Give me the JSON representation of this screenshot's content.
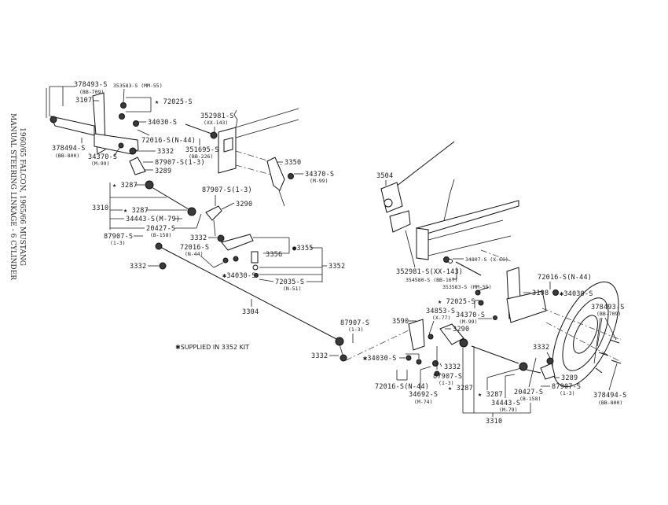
{
  "title": {
    "line1": "MANUAL STEERING LINKAGE - 6 CYLINDER",
    "line2": "1960/65 FALCON, 1965/66 MUSTANG"
  },
  "note": "✱SUPPLIED IN 3352 KIT",
  "left_assembly": {
    "p378493": "378493-S",
    "p378493_sub": "(BB-709)",
    "p353583": "353583-S (MM-55)",
    "p3107": "3107",
    "p72025": "★ 72025-S",
    "p34030": "34030-S",
    "p72016": "72016-S(N-44)",
    "p378494": "378494-S",
    "p378494_sub": "(BB-800)",
    "p34370": "34370-S",
    "p34370_sub": "(M-99)",
    "p3332": "3332",
    "p87907": "87907-S(1-3)",
    "p3289": "3289"
  },
  "frame_bracket": {
    "p352981": "352981-S",
    "p352981_sub": "(XX-143)",
    "p351695": "351695-S",
    "p351695_sub": "(BB-226)",
    "p3350": "3350",
    "p34370": "34370-S",
    "p34370_sub": "(M-99)"
  },
  "tie_rod_left": {
    "p3287a": "★ 3287",
    "p3310": "3310",
    "p3287b": "★ 3287",
    "p34443": "34443-S(M-79)",
    "p20427": "20427-S",
    "p20427_sub": "(B-158)",
    "p87907a": "87907-S(1-3)",
    "p3290": "3290",
    "p87907b": "87907-S",
    "p87907b_sub": "(1-3)",
    "p3332a": "3332",
    "p72016": "72016-S",
    "p72016_sub": "(N-44)",
    "p3332b": "3332",
    "p34030": "✱34030-S"
  },
  "idler_kit": {
    "p3355": "●3355",
    "p3356": "3356",
    "p3352": "3352",
    "p72035": "72035-S",
    "p72035_sub": "(N-51)"
  },
  "center_link": {
    "p3304": "3304",
    "p87907": "87907-S",
    "p87907_sub": "(1-3)",
    "p3332": "3332"
  },
  "steering_gear": {
    "p3504": "3504",
    "p34807": "34807-S (X-66)",
    "p352981": "352981-S(XX-143)",
    "p354580": "354580-S (BB-167)",
    "p353583": "353583-S (MM-55)",
    "p72025": "★ 72025-S",
    "p34853": "34853-S",
    "p34853_sub": "(X-77)",
    "p34370": "34370-S",
    "p34370_sub": "(M-99)",
    "p3590": "3590",
    "p3290": "3290",
    "p3108": "3108"
  },
  "right_assembly": {
    "p72016": "72016-S(N-44)",
    "p34030": "✱34030-S",
    "p378493": "378493-S",
    "p378493_sub": "(BB-709)",
    "p3332": "3332",
    "p3289": "3289",
    "p87907": "87907-S",
    "p87907_sub": "(1-3)",
    "p378494": "378494-S",
    "p378494_sub": "(BB-800)"
  },
  "tie_rod_right": {
    "p34030": "✱34030-S",
    "p72016": "72016-S(N-44)",
    "p3332": "3332",
    "p87907": "87907-S",
    "p87907_sub": "(1-3)",
    "p34692": "34692-S",
    "p34692_sub": "(M-74)",
    "p3287a": "★ 3287",
    "p3287b": "★ 3287",
    "p34443": "34443-S",
    "p34443_sub": "(M-79)",
    "p20427": "20427-S",
    "p20427_sub": "(B-158)",
    "p3310": "3310"
  }
}
